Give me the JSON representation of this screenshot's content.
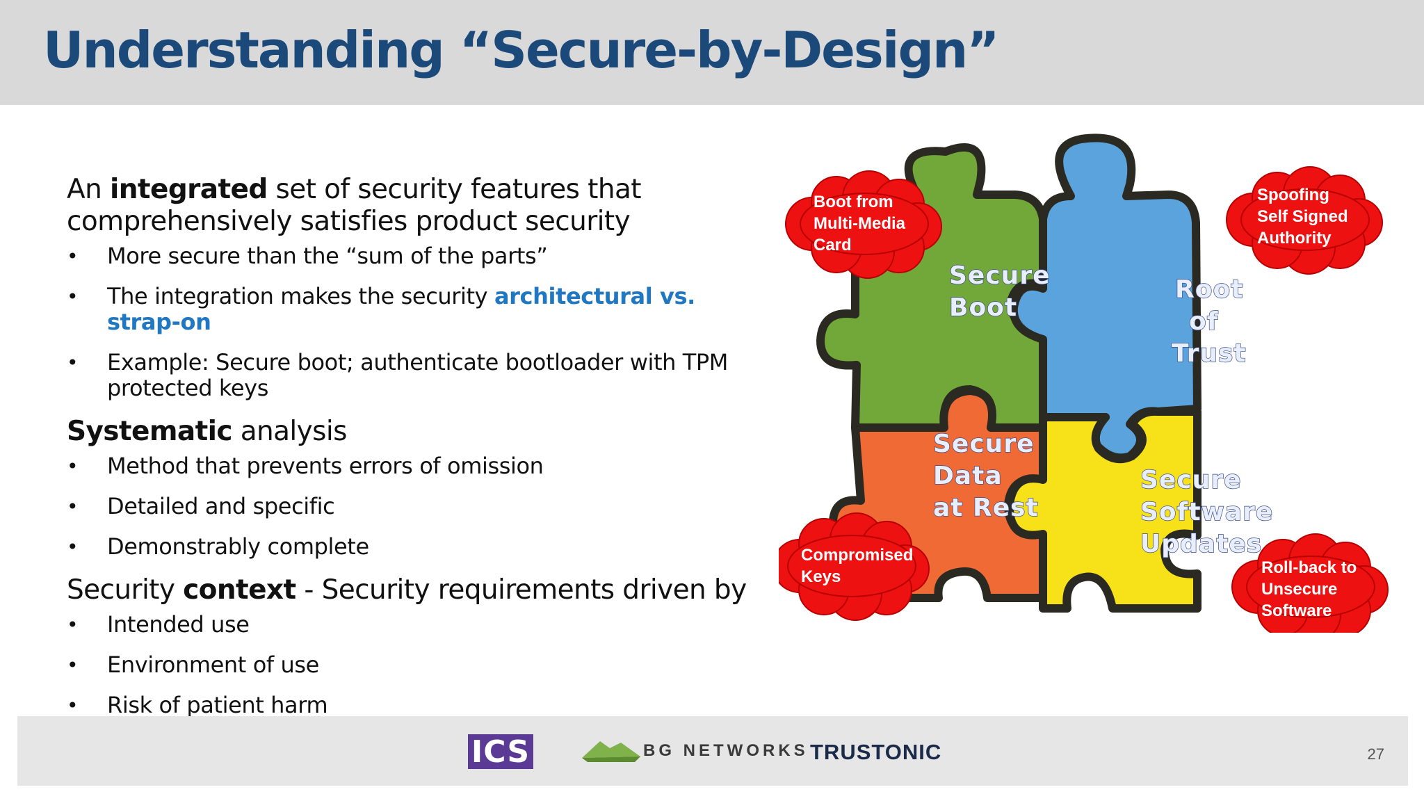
{
  "slide": {
    "title": "Understanding “Secure-by-Design”",
    "page_number": "27"
  },
  "section1": {
    "heading_pre": "An ",
    "heading_bold": "integrated",
    "heading_post": " set of security features that comprehensively satisfies product security",
    "bullets": [
      "More secure than the “sum of the parts”",
      "The integration makes the security ",
      "Example: Secure boot; authenticate bootloader with TPM protected keys"
    ],
    "bullet2_highlight": "architectural vs. strap-on"
  },
  "section2": {
    "heading_bold": "Systematic",
    "heading_post": " analysis",
    "bullets": [
      "Method that prevents errors of omission",
      "Detailed and specific",
      "Demonstrably complete"
    ]
  },
  "section3": {
    "heading_pre": "Security ",
    "heading_bold": "context",
    "heading_post": " - Security requirements driven by",
    "bullets": [
      "Intended use",
      "Environment of use",
      "Risk of patient harm"
    ]
  },
  "puzzle": {
    "pieces": [
      {
        "lines": [
          "Secure",
          "Boot"
        ],
        "color": "#72a83a"
      },
      {
        "lines": [
          "Root",
          "of",
          "Trust"
        ],
        "color": "#5ba3dc"
      },
      {
        "lines": [
          "Secure",
          "Data",
          "at Rest"
        ],
        "color": "#f06a35"
      },
      {
        "lines": [
          "Secure",
          "Software",
          "Updates"
        ],
        "color": "#f7e21a"
      }
    ],
    "threats": [
      {
        "lines": [
          "Boot from",
          "Multi-Media",
          "Card"
        ]
      },
      {
        "lines": [
          "Spoofing",
          "Self Signed",
          "Authority"
        ]
      },
      {
        "lines": [
          "Compromised",
          "Keys"
        ]
      },
      {
        "lines": [
          "Roll-back to",
          "Unsecure",
          "Software"
        ]
      }
    ],
    "threat_color": "#ee1111"
  },
  "footer": {
    "logo_ics": "ICS",
    "logo_bg": "BG NETWORKS",
    "logo_trustonic": "TRUSTONIC"
  }
}
